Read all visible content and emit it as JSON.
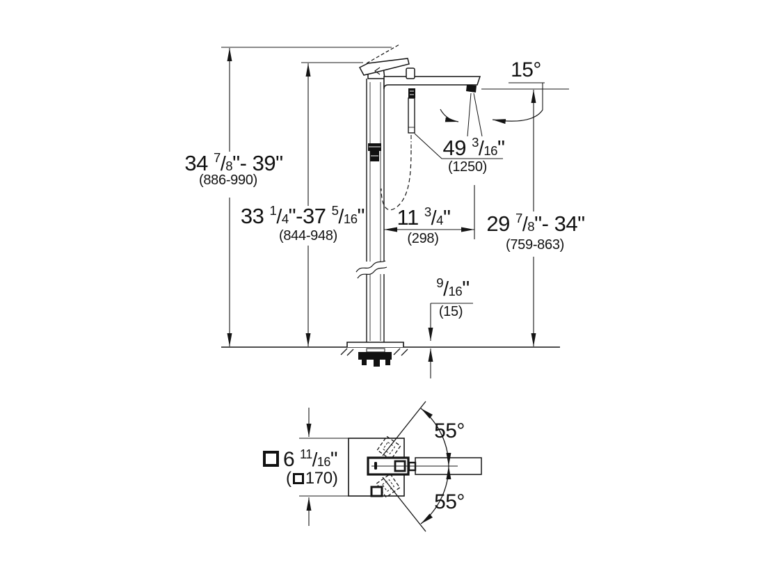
{
  "colors": {
    "ink": "#141414",
    "bg": "#ffffff"
  },
  "side_view": {
    "dims": {
      "total_height": {
        "inches": "34 7/8\"- 39\"",
        "mm": "(886-990)"
      },
      "body_height": {
        "inches": "33 1/4\"-37 5/16\"",
        "mm": "(844-948)"
      },
      "spout_reach": {
        "inches": "11 3/4\"",
        "mm": "(298)"
      },
      "spout_height": {
        "inches": "29 7/8\"- 34\"",
        "mm": "(759-863)"
      },
      "hose_length": {
        "inches": "49 3/16\"",
        "mm": "(1250)"
      },
      "base_plate_height": {
        "inches": "9/16\"",
        "mm": "(15)"
      },
      "spout_swivel_angle": "15°"
    }
  },
  "plan_view": {
    "dims": {
      "footprint": {
        "inches": "6 11/16\"",
        "mm_prefix": "(",
        "mm_value": "170",
        "mm_suffix": ")"
      },
      "holder_swivel_upper": "55°",
      "holder_swivel_lower": "55°"
    }
  }
}
